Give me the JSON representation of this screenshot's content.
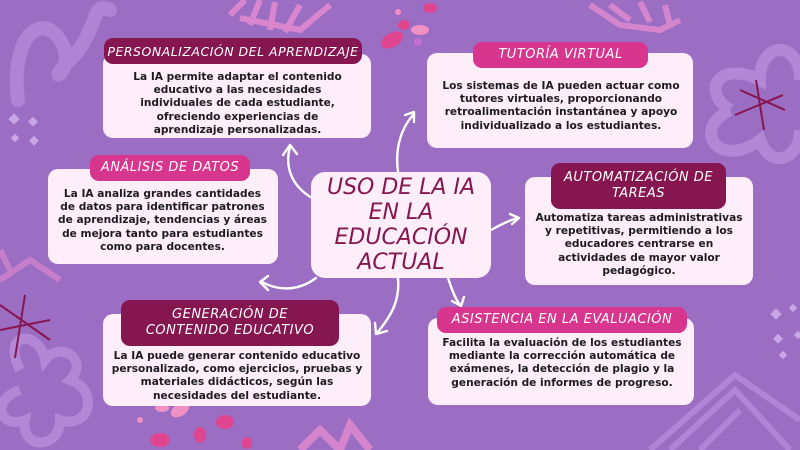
{
  "diagram": {
    "center_title": "USO DE LA IA EN LA EDUCACIÓN ACTUAL",
    "colors": {
      "background": "#9b6dc3",
      "card": "#fdeef9",
      "title_dark": "#861650",
      "title_pink": "#d8358f",
      "accent_text": "#861650"
    },
    "nodes": [
      {
        "title": "PERSONALIZACIÓN DEL APRENDIZAJE",
        "text": "La IA permite adaptar el contenido educativo a las necesidades individuales de cada estudiante, ofreciendo experiencias de aprendizaje personalizadas."
      },
      {
        "title": "TUTORÍA VIRTUAL",
        "text": "Los sistemas de IA pueden actuar como tutores virtuales, proporcionando retroalimentación instantánea y apoyo individualizado a los estudiantes."
      },
      {
        "title": "ANÁLISIS DE DATOS",
        "text": "La IA analiza grandes cantidades de datos para identificar patrones de aprendizaje, tendencias y áreas de mejora tanto para estudiantes como para docentes."
      },
      {
        "title": "AUTOMATIZACIÓN DE TAREAS",
        "text": "Automatiza tareas administrativas y repetitivas, permitiendo a los educadores centrarse en actividades de mayor valor pedagógico."
      },
      {
        "title": "GENERACIÓN DE CONTENIDO EDUCATIVO",
        "text": "La IA puede generar contenido educativo personalizado, como ejercicios, pruebas y materiales didácticos, según las necesidades del estudiante."
      },
      {
        "title": "ASISTENCIA EN LA EVALUACIÓN",
        "text": "Facilita la evaluación de los estudiantes mediante la corrección automática de exámenes, la detección de plagio y la generación de informes de progreso."
      }
    ]
  }
}
